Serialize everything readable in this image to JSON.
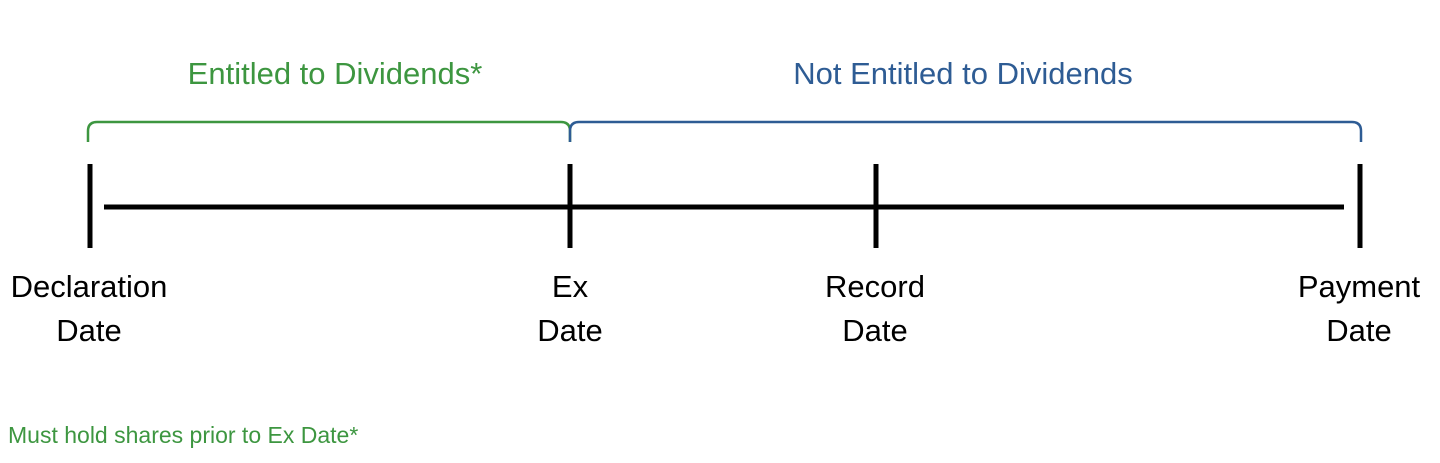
{
  "colors": {
    "entitled": "#3d9640",
    "not_entitled": "#2e5c94",
    "timeline": "#000000",
    "text": "#000000"
  },
  "brackets": {
    "entitled_label": "Entitled to Dividends*",
    "not_entitled_label": "Not Entitled to Dividends"
  },
  "dates": [
    {
      "line1": "Declaration",
      "line2": "Date"
    },
    {
      "line1": "Ex",
      "line2": "Date"
    },
    {
      "line1": "Record",
      "line2": "Date"
    },
    {
      "line1": "Payment",
      "line2": "Date"
    }
  ],
  "footnote": "Must hold shares prior to Ex Date*"
}
